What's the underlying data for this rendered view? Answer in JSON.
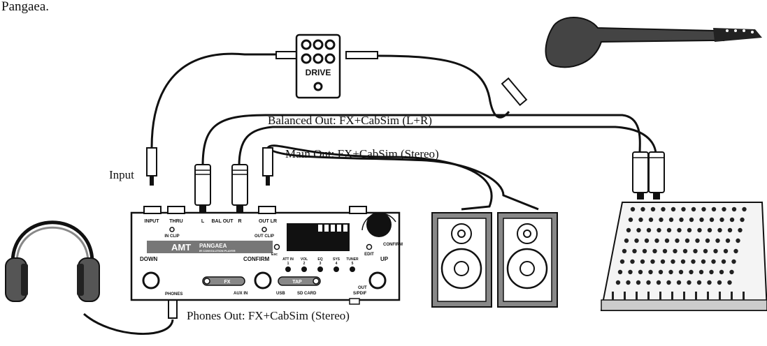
{
  "caption_fragment": "Pangaea.",
  "labels": {
    "input": "Input",
    "balanced_out": "Balanced Out: FX+CabSim (L+R)",
    "main_out": "Main Out: FX+CabSim (Stereo)",
    "phones_out": "Phones Out: FX+CabSim (Stereo)"
  },
  "pedal": {
    "name": "DRIVE"
  },
  "device": {
    "logo_text": "AMT",
    "model": "PANGAEA",
    "model_subtitle": "IR CONVOLUTION PLAYER",
    "jacks_top": [
      "INPUT",
      "THRU",
      "L",
      "BAL OUT",
      "R",
      "OUT LR"
    ],
    "led_in_clip": "IN CLIP",
    "led_out_clip": "OUT CLIP",
    "down": "DOWN",
    "up": "UP",
    "confirm": "CONFIRM",
    "esc": "Esc",
    "edit": "EDIT",
    "confirm_knob": "CONFIRM",
    "fx": "FX",
    "tap": "TAP",
    "aux_in": "AUX IN",
    "usb": "USB",
    "sd_card": "SD CARD",
    "phones": "PHONES",
    "out_spdif_1": "OUT",
    "out_spdif_2": "S/PDIF",
    "buttons": [
      {
        "name": "ATT IN",
        "num": "1"
      },
      {
        "name": "VOL",
        "num": "2"
      },
      {
        "name": "EQ",
        "num": "3"
      },
      {
        "name": "SYS",
        "num": "4"
      },
      {
        "name": "TUNER",
        "num": "5"
      }
    ]
  }
}
